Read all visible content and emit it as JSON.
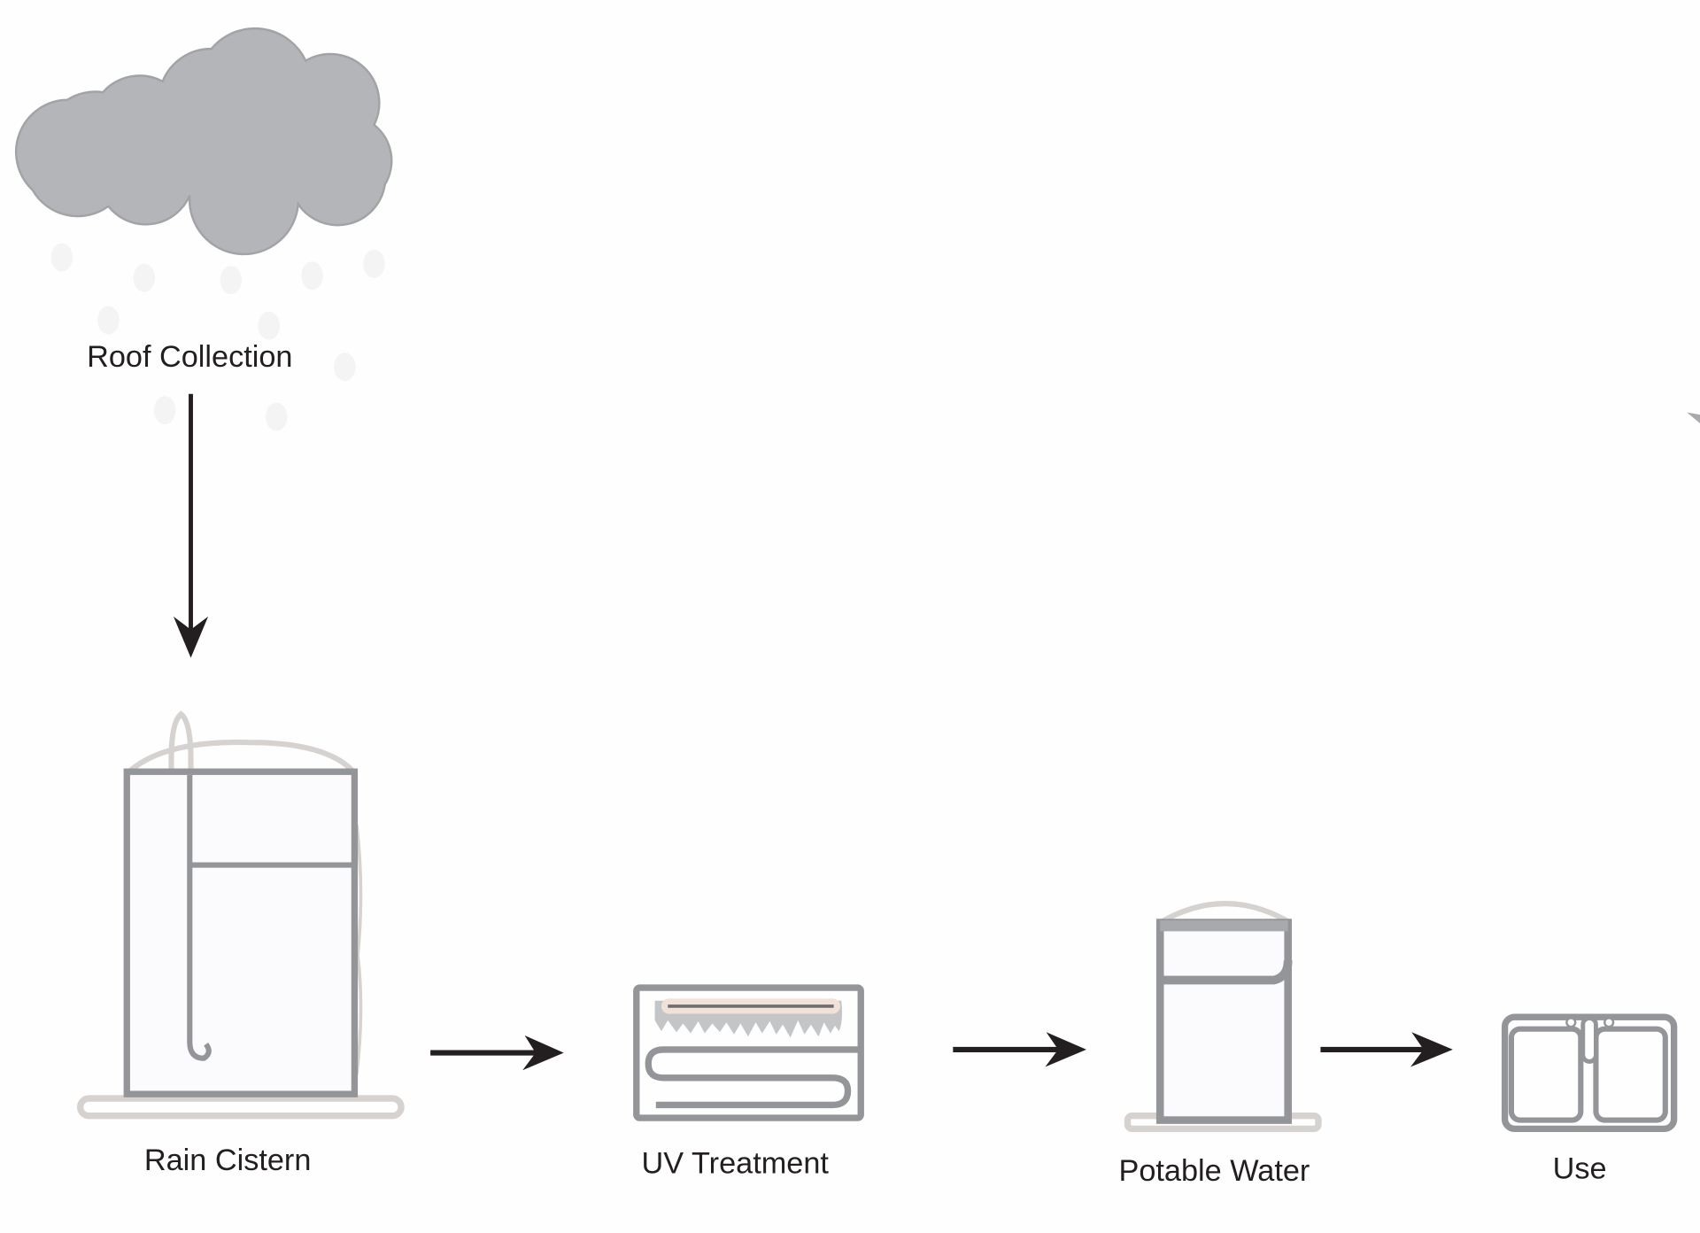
{
  "diagram": {
    "title": "",
    "stages": [
      {
        "id": "roof-collection",
        "label": "Roof Collection",
        "icon": "rain-cloud-icon"
      },
      {
        "id": "rain-cistern",
        "label": "Rain Cistern",
        "icon": "cistern-tank-icon"
      },
      {
        "id": "uv-treatment",
        "label": "UV Treatment",
        "icon": "uv-lamp-icon"
      },
      {
        "id": "potable-water",
        "label": "Potable Water",
        "icon": "water-tank-icon"
      },
      {
        "id": "use",
        "label": "Use",
        "icon": "double-sink-icon"
      }
    ],
    "flows": [
      {
        "from": "roof-collection",
        "to": "rain-cistern",
        "direction": "down"
      },
      {
        "from": "rain-cistern",
        "to": "uv-treatment",
        "direction": "right"
      },
      {
        "from": "uv-treatment",
        "to": "potable-water",
        "direction": "right"
      },
      {
        "from": "potable-water",
        "to": "use",
        "direction": "right"
      }
    ],
    "colors": {
      "background": "#fefefe",
      "cloud_fill": "#b4b5b8",
      "cloud_stroke": "#a2a3a6",
      "icon_stroke": "#939598",
      "icon_light": "#d6d2d0",
      "uv_glow": "#f2e1d9",
      "arrow": "#231f20",
      "text": "#231f20"
    }
  }
}
